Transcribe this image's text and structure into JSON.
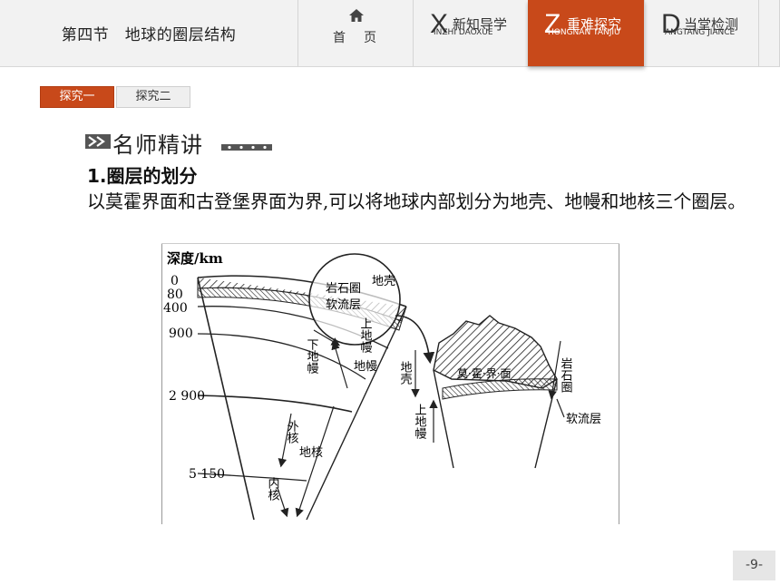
{
  "nav": {
    "title": "第四节　地球的圈层结构",
    "home_label": "首　页",
    "tabs": [
      {
        "letter": "X",
        "label": "新知导学",
        "pinyin": "INZHI DAOXUE",
        "active": false
      },
      {
        "letter": "Z",
        "label": "重难探究",
        "pinyin": "HONGNAN TANJIU",
        "active": true
      },
      {
        "letter": "D",
        "label": "当堂检测",
        "pinyin": "ANGTANG JIANCE",
        "active": false
      }
    ]
  },
  "subtabs": [
    {
      "label": "探究一",
      "active": true
    },
    {
      "label": "探究二",
      "active": false
    }
  ],
  "section": {
    "heading": "名师精讲",
    "point": "1.圈层的划分",
    "paragraph": "以莫霍界面和古登堡界面为界,可以将地球内部划分为地壳、地幔和地核三个圈层。"
  },
  "figure": {
    "axis_title": "深度/km",
    "depth_ticks": [
      "0",
      "80",
      "400",
      "900",
      "2 900",
      "5 150"
    ],
    "labels": {
      "lithosphere": "岩石圈",
      "asthenosphere": "软流层",
      "crust": "地壳",
      "upper_mantle": "上地幔",
      "lower_mantle": "下地幔",
      "mantle": "地幔",
      "outer_core": "外核",
      "core": "地核",
      "inner_core": "内核",
      "moho": "莫·霍·界·面",
      "crust_right": "地壳",
      "upper_mantle_right": "上地幔",
      "lithosphere_right": "岩石圈",
      "asthenosphere_right": "软流层"
    }
  },
  "page_number": "-9-"
}
